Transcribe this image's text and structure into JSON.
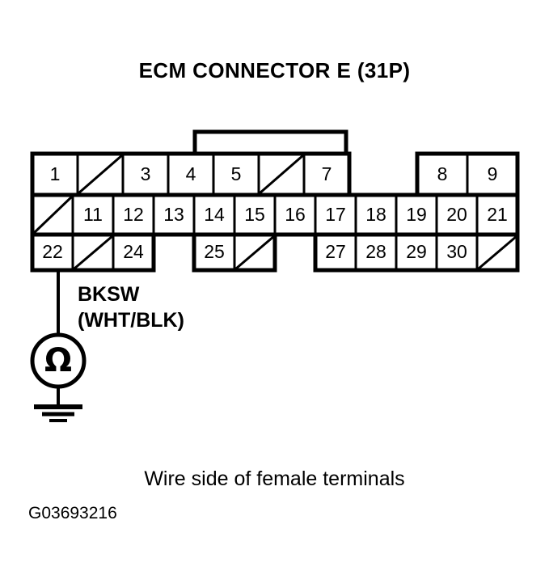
{
  "title": "ECM CONNECTOR E (31P)",
  "connector": {
    "name": "ECM CONNECTOR E",
    "pin_count_label": "(31P)",
    "rows": [
      {
        "row_index": 1,
        "cells": [
          {
            "label": "1",
            "blank": false
          },
          {
            "label": "",
            "blank": true
          },
          {
            "label": "3",
            "blank": false
          },
          {
            "label": "4",
            "blank": false
          },
          {
            "label": "5",
            "blank": false
          },
          {
            "label": "",
            "blank": true
          },
          {
            "label": "7",
            "blank": false
          },
          {
            "label": "",
            "blank": false,
            "gap": true
          },
          {
            "label": "8",
            "blank": false
          },
          {
            "label": "9",
            "blank": false
          }
        ]
      },
      {
        "row_index": 2,
        "cells": [
          {
            "label": "",
            "blank": true
          },
          {
            "label": "11",
            "blank": false
          },
          {
            "label": "12",
            "blank": false
          },
          {
            "label": "13",
            "blank": false
          },
          {
            "label": "14",
            "blank": false
          },
          {
            "label": "15",
            "blank": false
          },
          {
            "label": "16",
            "blank": false
          },
          {
            "label": "17",
            "blank": false
          },
          {
            "label": "18",
            "blank": false
          },
          {
            "label": "19",
            "blank": false
          },
          {
            "label": "20",
            "blank": false
          },
          {
            "label": "21",
            "blank": false
          }
        ]
      },
      {
        "row_index": 3,
        "cells": [
          {
            "label": "22",
            "blank": false
          },
          {
            "label": "",
            "blank": true
          },
          {
            "label": "24",
            "blank": false
          },
          {
            "label": "",
            "blank": false,
            "gap": true
          },
          {
            "label": "25",
            "blank": false
          },
          {
            "label": "",
            "blank": true
          },
          {
            "label": "",
            "blank": false,
            "gap": true
          },
          {
            "label": "27",
            "blank": false
          },
          {
            "label": "28",
            "blank": false
          },
          {
            "label": "29",
            "blank": false
          },
          {
            "label": "30",
            "blank": false
          },
          {
            "label": "",
            "blank": true
          }
        ]
      }
    ]
  },
  "wire": {
    "signal_name": "BKSW",
    "color_code": "(WHT/BLK)",
    "probe_pin": "22",
    "meter_symbol": "Ω"
  },
  "caption": "Wire side of female terminals",
  "figure_id": "G03693216",
  "colors": {
    "ink": "#000000",
    "background": "#ffffff"
  }
}
